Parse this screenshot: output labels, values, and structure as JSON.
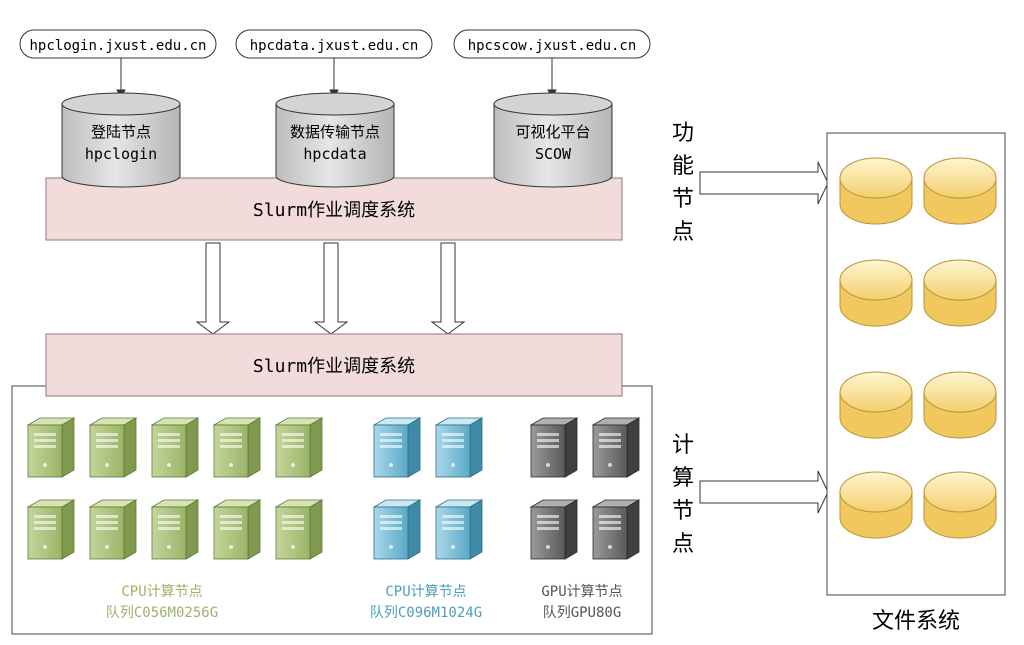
{
  "hostnames": [
    "hpclogin.jxust.edu.cn",
    "hpcdata.jxust.edu.cn",
    "hpcscow.jxust.edu.cn"
  ],
  "function_nodes": [
    {
      "line1": "登陆节点",
      "line2": "hpclogin"
    },
    {
      "line1": "数据传输节点",
      "line2": "hpcdata"
    },
    {
      "line1": "可视化平台",
      "line2": "SCOW"
    }
  ],
  "scheduler_top": "Slurm作业调度系统",
  "scheduler_bottom": "Slurm作业调度系统",
  "side_labels": {
    "function": [
      "功",
      "能",
      "节",
      "点"
    ],
    "compute": [
      "计",
      "算",
      "节",
      "点"
    ]
  },
  "compute_groups": [
    {
      "line1": "CPU计算节点",
      "line2": "队列C056M0256G",
      "color": "#9bb368"
    },
    {
      "line1": "CPU计算节点",
      "line2": "队列C096M1024G",
      "color": "#5aa9c6"
    },
    {
      "line1": "GPU计算节点",
      "line2": "队列GPU80G",
      "color": "#6a6a6a"
    }
  ],
  "filesystem_label": "文件系统"
}
